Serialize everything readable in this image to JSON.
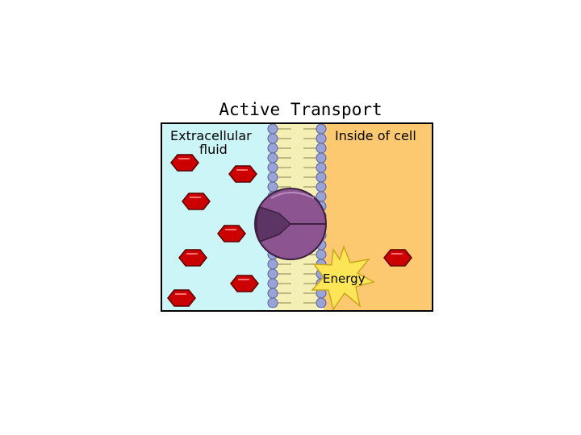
{
  "title": "Active Transport",
  "regions": {
    "extracellular_line1": "Extracellular",
    "extracellular_line2": "fluid",
    "inside": "Inside of cell"
  },
  "energy_label": "Energy",
  "colors": {
    "extracellular": "#ccf5f7",
    "cytoplasm": "#fcc870",
    "phospholipid_head": "#9aa3d6",
    "lipid_core": "#f4f0b5",
    "protein": "#8c5592",
    "molecule": "#cc0000",
    "energy_burst": "#fce556"
  },
  "icons": [
    "molecule-icon",
    "transport-protein-icon",
    "energy-burst-icon"
  ]
}
